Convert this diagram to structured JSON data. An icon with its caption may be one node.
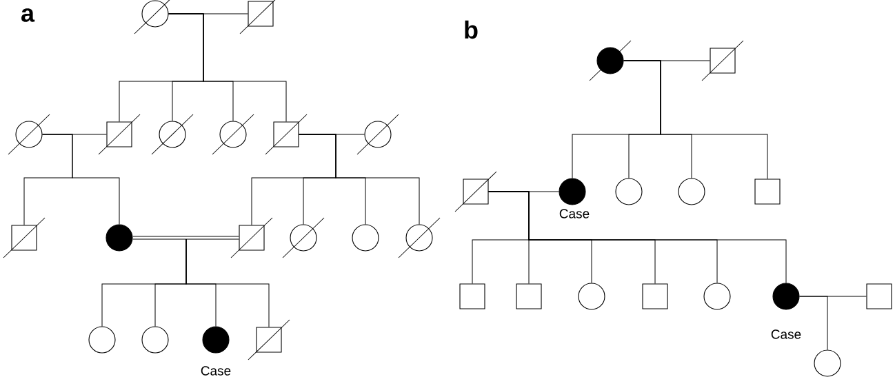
{
  "diagram": {
    "nodes": [
      {
        "text": [],
        "shape": "crossed-circle"
      },
      {
        "text": [],
        "shape": "crossed-box"
      },
      {
        "text": [],
        "shape": "crossed-circle"
      },
      {
        "text": [],
        "shape": "crossed-box"
      },
      {
        "text": [],
        "shape": "crossed-circle"
      },
      {
        "text": [],
        "shape": "crossed-circle"
      },
      {
        "text": [],
        "shape": "crossed-box"
      },
      {
        "text": [],
        "shape": "crossed-circle"
      },
      {
        "text": [],
        "shape": "crossed-box"
      },
      {
        "text": [],
        "shape": "filled-circle"
      },
      {
        "text": [],
        "shape": "crossed-box"
      },
      {
        "text": [],
        "shape": "crossed-circle"
      },
      {
        "text": [],
        "shape": "circle"
      },
      {
        "text": [],
        "shape": "crossed-circle"
      },
      {
        "text": [],
        "shape": "circle"
      },
      {
        "text": [],
        "shape": "circle"
      },
      {
        "text": [],
        "shape": "filled-circle",
        "beside": [
          "Case"
        ]
      },
      {
        "text": [],
        "shape": "crossed-box"
      },
      {
        "text": [],
        "shape": "filled-crossed-circle"
      },
      {
        "text": [],
        "shape": "crossed-box"
      },
      {
        "text": [],
        "shape": "crossed-box"
      },
      {
        "text": [],
        "shape": "filled-circle",
        "beside": [
          "Case"
        ]
      },
      {
        "text": [],
        "shape": "circle"
      },
      {
        "text": [],
        "shape": "circle"
      },
      {
        "text": [],
        "shape": "box"
      },
      {
        "text": [],
        "shape": "box"
      },
      {
        "text": [],
        "shape": "box"
      },
      {
        "text": [],
        "shape": "circle"
      },
      {
        "text": [],
        "shape": "box"
      },
      {
        "text": [],
        "shape": "circle"
      },
      {
        "text": [],
        "shape": "filled-circle",
        "beside": [
          "Case"
        ]
      },
      {
        "text": [],
        "shape": "box"
      },
      {
        "text": [],
        "shape": "circle"
      }
    ],
    "edges": [
      {
        "from": 0,
        "to": 3,
        "arrow": "none"
      },
      {
        "from": 0,
        "to": 4,
        "arrow": "none"
      },
      {
        "from": 0,
        "to": 5,
        "arrow": "none"
      },
      {
        "from": 0,
        "to": 6,
        "arrow": "none"
      },
      {
        "from": 2,
        "to": 8,
        "arrow": "none"
      },
      {
        "from": 2,
        "to": 9,
        "arrow": "none"
      },
      {
        "from": 6,
        "to": 10,
        "arrow": "none"
      },
      {
        "from": 6,
        "to": 11,
        "arrow": "none"
      },
      {
        "from": 6,
        "to": 12,
        "arrow": "none"
      },
      {
        "from": 6,
        "to": 13,
        "arrow": "none"
      },
      {
        "from": 9,
        "to": 14,
        "arrow": "none"
      },
      {
        "from": 9,
        "to": 15,
        "arrow": "none"
      },
      {
        "from": 9,
        "to": 16,
        "arrow": "none"
      },
      {
        "from": 9,
        "to": 17,
        "arrow": "none"
      },
      {
        "from": 18,
        "to": 21,
        "arrow": "none"
      },
      {
        "from": 18,
        "to": 22,
        "arrow": "none"
      },
      {
        "from": 18,
        "to": 23,
        "arrow": "none"
      },
      {
        "from": 18,
        "to": 24,
        "arrow": "none"
      },
      {
        "from": 20,
        "to": 25,
        "arrow": "none"
      },
      {
        "from": 20,
        "to": 26,
        "arrow": "none"
      },
      {
        "from": 20,
        "to": 27,
        "arrow": "none"
      },
      {
        "from": 20,
        "to": 28,
        "arrow": "none"
      },
      {
        "from": 20,
        "to": 29,
        "arrow": "none"
      },
      {
        "from": 20,
        "to": 30,
        "arrow": "none"
      },
      {
        "from": 30,
        "to": 32,
        "arrow": "none"
      },
      {
        "from": 0,
        "to": 1,
        "arrow": "none"
      },
      {
        "from": 2,
        "to": 3,
        "arrow": "none"
      },
      {
        "from": 6,
        "to": 7,
        "arrow": "none"
      },
      {
        "from": 9,
        "to": 10,
        "arrow": "none",
        "style": "thick"
      },
      {
        "from": 18,
        "to": 19,
        "arrow": "none"
      },
      {
        "from": 20,
        "to": 21,
        "arrow": "none"
      },
      {
        "from": 30,
        "to": 31,
        "arrow": "none"
      }
    ],
    "labels": [
      "a",
      "b"
    ]
  }
}
